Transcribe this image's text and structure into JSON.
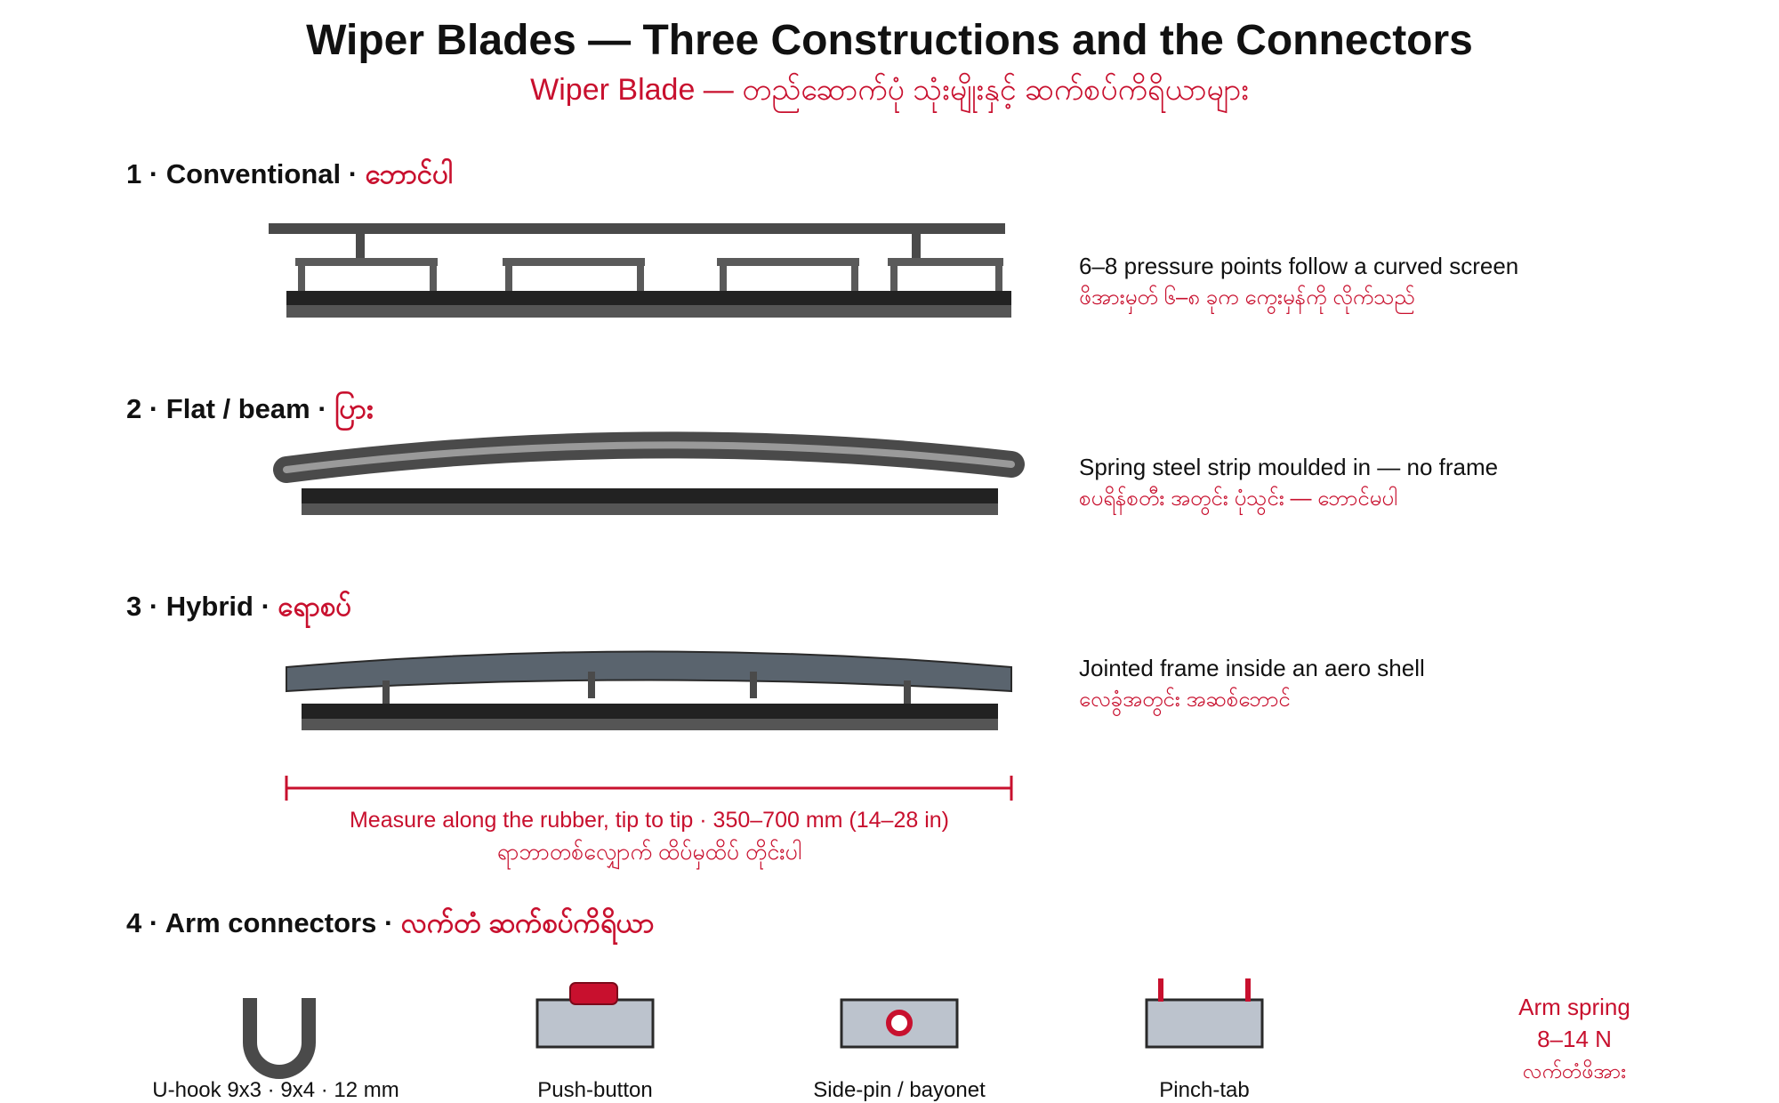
{
  "title": "Wiper Blades — Three Constructions and the Connectors",
  "subtitle": "Wiper Blade — တည်ဆောက်ပုံ သုံးမျိုးနှင့် ဆက်စပ်ကိရိယာများ",
  "sections": [
    {
      "heading": "1 · Conventional · ",
      "heading_my": "ဘောင်ပါ",
      "note": "6–8 pressure points follow a curved screen",
      "note_my": "ဖိအားမှတ် ၆–၈ ခုက ကွေးမှန်ကို လိုက်သည်"
    },
    {
      "heading": "2 · Flat / beam · ",
      "heading_my": "ပြား",
      "note": "Spring steel strip moulded in — no frame",
      "note_my": "စပရိန်စတီး အတွင်း ပုံသွင်း — ဘောင်မပါ"
    },
    {
      "heading": "3 · Hybrid · ",
      "heading_my": "ရောစပ်",
      "note": "Jointed frame inside an aero shell",
      "note_my": "လေခွံအတွင်း အဆစ်ဘောင်"
    },
    {
      "heading": "4 · Arm connectors · ",
      "heading_my": "လက်တံ ဆက်စပ်ကိရိယာ"
    }
  ],
  "measure": {
    "text": "Measure along the rubber, tip to tip · 350–700 mm (14–28 in)",
    "text_my": "ရာဘာတစ်လျှောက် ထိပ်မှထိပ် တိုင်းပါ"
  },
  "connectors": [
    {
      "label": "U-hook 9x3 · 9x4 · 12 mm",
      "icon": "u-hook-icon"
    },
    {
      "label": "Push-button",
      "icon": "push-button-connector-icon"
    },
    {
      "label": "Side-pin / bayonet",
      "icon": "side-pin-connector-icon"
    },
    {
      "label": "Pinch-tab",
      "icon": "pinch-tab-connector-icon"
    }
  ],
  "arm_spring": {
    "line1": "Arm spring",
    "line2": "8–14 N",
    "line3": "လက်တံဖိအား"
  },
  "colors": {
    "accent_red": "#c8102e",
    "frame_dark": "#4a4a4a",
    "rubber": "#222222",
    "shell": "#5a646e",
    "connector_fill": "#bcc3cd"
  }
}
